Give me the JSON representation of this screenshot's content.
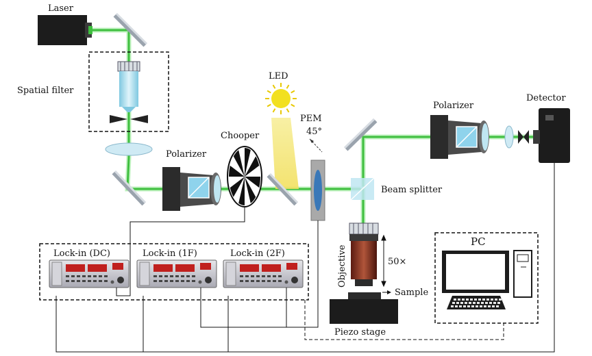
{
  "labels": {
    "laser": "Laser",
    "spatial_filter": "Spatial filter",
    "polarizer_left": "Polarizer",
    "chooper": "Chooper",
    "led": "LED",
    "pem": "PEM",
    "pem_angle": "45°",
    "polarizer_right": "Polarizer",
    "detector": "Detector",
    "beam_splitter": "Beam splitter",
    "objective": "Objective",
    "magnification": "50×",
    "sample": "Sample",
    "piezo_stage": "Piezo stage",
    "pc": "PC",
    "lockin_dc": "Lock-in (DC)",
    "lockin_1f": "Lock-in (1F)",
    "lockin_2f": "Lock-in (2F)"
  },
  "colors": {
    "beam": "#3fbf3f",
    "beam_glow": "#bff2bf",
    "optic_glass": "#bfe6f2",
    "housing": "#2b2b2b",
    "led_glow": "#f2e060",
    "lockin_display": "#c0201e"
  }
}
